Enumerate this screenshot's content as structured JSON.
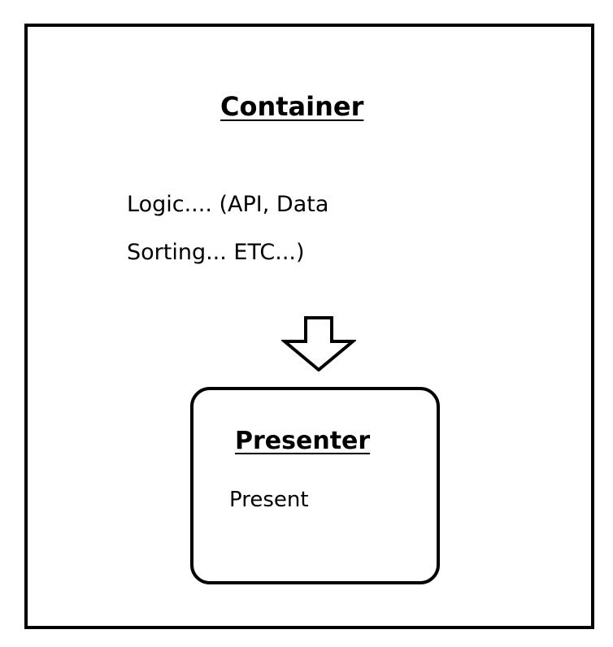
{
  "container": {
    "title": "Container",
    "lines": [
      "Logic.... (API, Data",
      "Sorting... ETC...)"
    ]
  },
  "arrow": {
    "icon": "down-arrow-icon",
    "direction": "down"
  },
  "presenter": {
    "title": "Presenter",
    "text": "Present"
  },
  "colors": {
    "stroke": "#000000",
    "background": "#ffffff"
  }
}
